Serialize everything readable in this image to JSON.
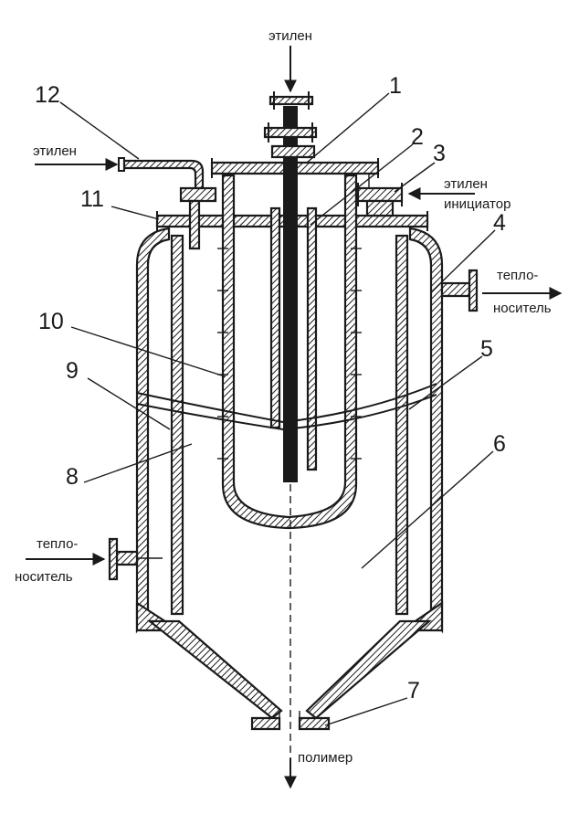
{
  "labels": {
    "ethylene_top": "этилен",
    "ethylene_left": "этилен",
    "ethylene_initiator_1": "этилен",
    "ethylene_initiator_2": "инициатор",
    "coolant_right_1": "тепло-",
    "coolant_right_2": "носитель",
    "coolant_left_1": "тепло-",
    "coolant_left_2": "ноcитель",
    "polymer": "полимер"
  },
  "numbers": [
    "1",
    "2",
    "3",
    "4",
    "5",
    "6",
    "7",
    "8",
    "9",
    "10",
    "11",
    "12"
  ]
}
